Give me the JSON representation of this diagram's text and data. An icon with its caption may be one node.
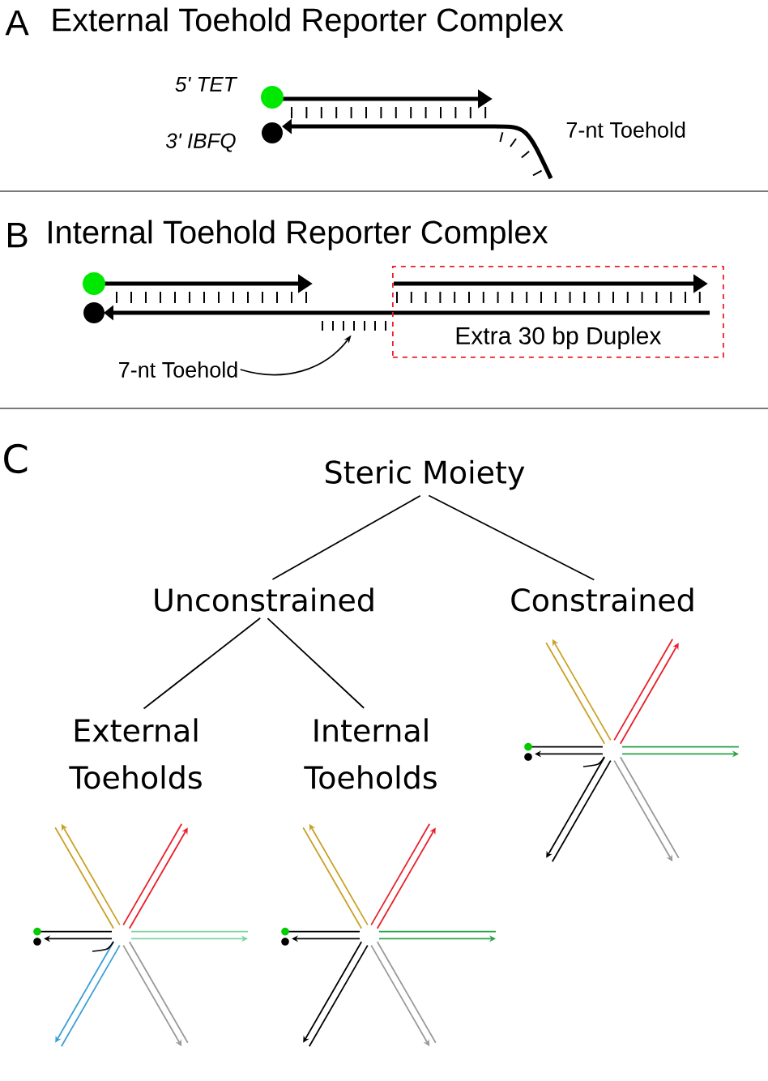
{
  "diagram": {
    "nodes": [
      {
        "text": [
          "Extra 30 bp Duplex"
        ]
      },
      {
        "text": [],
        "shape": "bar"
      },
      {
        "text": [
          "7-nt Toehold"
        ]
      },
      {
        "text": [
          "Steric Moiety"
        ]
      },
      {
        "text": [
          "Unconstrained"
        ]
      },
      {
        "text": [
          "Constrained"
        ]
      },
      {
        "text": [
          "External Toeholds"
        ]
      },
      {
        "text": [
          "Internal Toeholds"
        ]
      }
    ],
    "edges": [
      {
        "from": 2,
        "to": 1,
        "arrow": "to"
      },
      {
        "from": 3,
        "to": 4,
        "arrow": "none"
      },
      {
        "from": 3,
        "to": 5,
        "arrow": "none"
      },
      {
        "from": 4,
        "to": 6,
        "arrow": "none"
      },
      {
        "from": 4,
        "to": 7,
        "arrow": "none"
      }
    ],
    "labels": [
      "A",
      "External Toehold Reporter Complex",
      "5' TET",
      "3' IBFQ",
      "7-nt Toehold",
      "B",
      "Internal Toehold Reporter Complex",
      "C"
    ]
  }
}
